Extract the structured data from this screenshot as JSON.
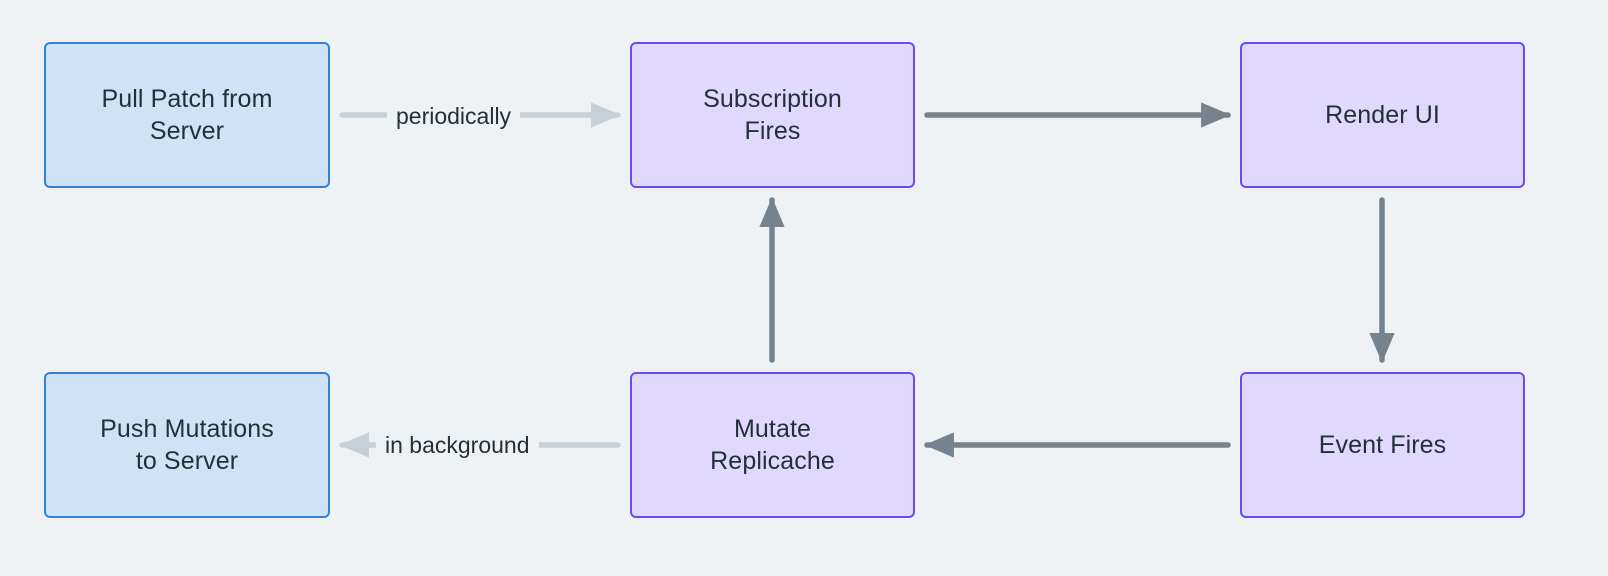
{
  "diagram": {
    "type": "flowchart",
    "background_color": "#eff2f5",
    "text_color": "#233038",
    "palette": {
      "blue_fill": "#cfe3f7",
      "blue_stroke": "#3183d4",
      "purple_fill": "#e1d9fd",
      "purple_stroke": "#7049f5",
      "solid_edge": "#74838f",
      "dashed_edge": "#c5d0d8"
    },
    "nodes": [
      {
        "id": "pull-patch",
        "label": "Pull Patch from\nServer",
        "style": "blue"
      },
      {
        "id": "subscription",
        "label": "Subscription\nFires",
        "style": "purple"
      },
      {
        "id": "render-ui",
        "label": "Render UI",
        "style": "purple"
      },
      {
        "id": "push-mutations",
        "label": "Push Mutations\nto Server",
        "style": "blue"
      },
      {
        "id": "mutate",
        "label": "Mutate\nReplicache",
        "style": "purple"
      },
      {
        "id": "event-fires",
        "label": "Event Fires",
        "style": "purple"
      }
    ],
    "edges": [
      {
        "id": "e1",
        "from": "pull-patch",
        "to": "subscription",
        "label": "periodically",
        "style": "dashed",
        "direction": "right"
      },
      {
        "id": "e2",
        "from": "subscription",
        "to": "render-ui",
        "label": "",
        "style": "solid",
        "direction": "right"
      },
      {
        "id": "e3",
        "from": "render-ui",
        "to": "event-fires",
        "label": "",
        "style": "solid",
        "direction": "down"
      },
      {
        "id": "e4",
        "from": "event-fires",
        "to": "mutate",
        "label": "",
        "style": "solid",
        "direction": "left"
      },
      {
        "id": "e5",
        "from": "mutate",
        "to": "subscription",
        "label": "",
        "style": "solid",
        "direction": "up"
      },
      {
        "id": "e6",
        "from": "mutate",
        "to": "push-mutations",
        "label": "in background",
        "style": "dashed",
        "direction": "left"
      }
    ]
  }
}
